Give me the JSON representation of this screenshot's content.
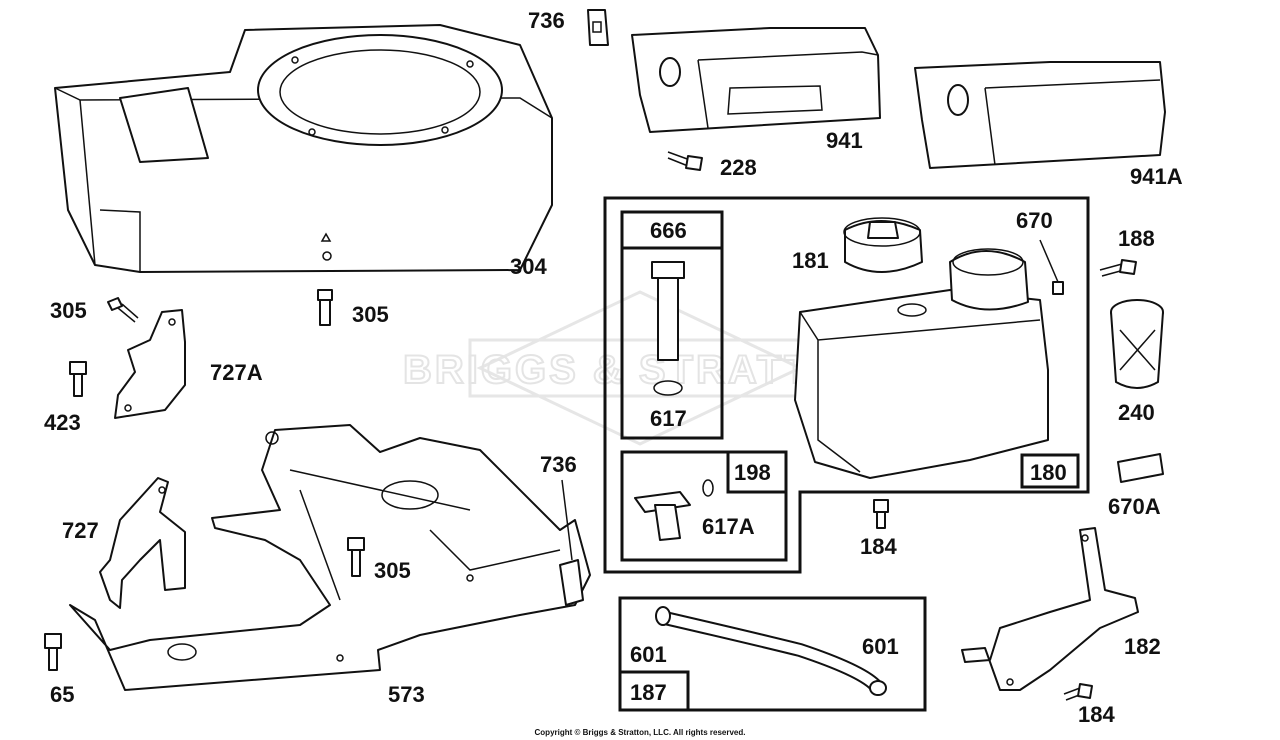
{
  "watermark": "BRIGGS & STRATTON",
  "copyright": "Copyright © Briggs & Stratton, LLC. All rights reserved.",
  "callouts": {
    "c736_top": "736",
    "c941": "941",
    "c941a": "941A",
    "c228": "228",
    "c304": "304",
    "c305_a": "305",
    "c305_b": "305",
    "c727a": "727A",
    "c423": "423",
    "c736_mid": "736",
    "c727": "727",
    "c305_c": "305",
    "c65": "65",
    "c573": "573",
    "c666": "666",
    "c617": "617",
    "c198": "198",
    "c617a": "617A",
    "c181": "181",
    "c670": "670",
    "c180": "180",
    "c188": "188",
    "c240": "240",
    "c670a": "670A",
    "c184_a": "184",
    "c601_a": "601",
    "c601_b": "601",
    "c187": "187",
    "c182": "182",
    "c184_b": "184"
  }
}
